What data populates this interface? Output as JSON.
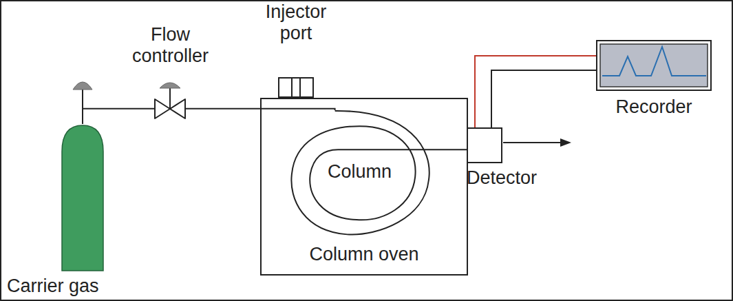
{
  "diagram": {
    "nodes": [
      {
        "text": [
          "Carrier gas"
        ]
      },
      {
        "text": [
          "Flow controller"
        ]
      },
      {
        "text": [
          "Injector port"
        ]
      },
      {
        "text": [
          "Column oven"
        ]
      },
      {
        "text": [
          "Column"
        ],
        "in": 3
      },
      {
        "text": [
          "Detector"
        ]
      },
      {
        "text": [
          "Recorder"
        ]
      }
    ],
    "edges": [
      {
        "from": 0,
        "to": 1,
        "arrow": "none"
      },
      {
        "from": 1,
        "to": 4,
        "arrow": "none"
      },
      {
        "from": 4,
        "to": 5,
        "arrow": "none"
      },
      {
        "from": 5,
        "to": 6,
        "arrow": "none"
      },
      {
        "from": 5,
        "to": 6,
        "arrow": "none"
      }
    ]
  }
}
